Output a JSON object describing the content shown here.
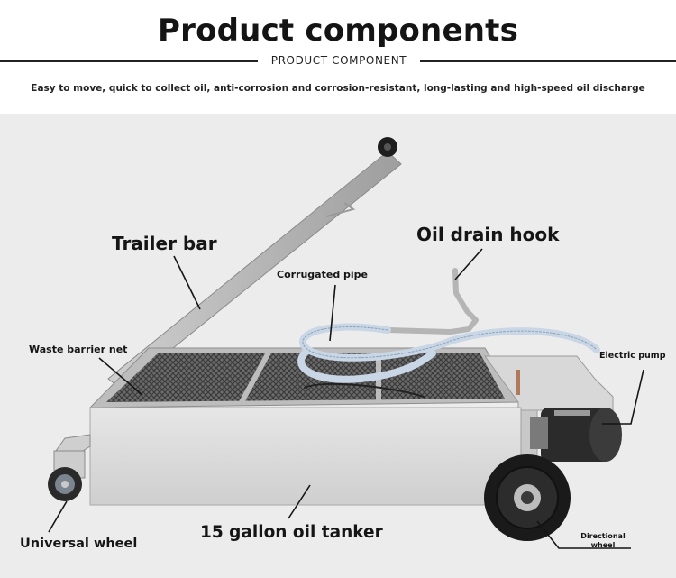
{
  "header": {
    "title": "Product components",
    "subtitle": "PRODUCT COMPONENT",
    "tagline": "Easy to move, quick to collect oil, anti-corrosion and corrosion-resistant, long-lasting and high-speed oil discharge"
  },
  "labels": {
    "trailer_bar": "Trailer bar",
    "oil_drain_hook": "Oil drain hook",
    "corrugated_pipe": "Corrugated pipe",
    "waste_barrier_net": "Waste barrier net",
    "electric_pump": "Electric pump",
    "tanker": "15 gallon oil tanker",
    "universal_wheel": "Universal wheel",
    "directional_wheel": "Directional wheel"
  },
  "colors": {
    "background": "#ececec",
    "tank_body": "#dcdcdc",
    "frame": "#bdbdbd",
    "mesh": "#5a5a5a",
    "wheel": "#1c1c1c",
    "hose": "#c9d6e6",
    "chrome": "#b8b8b8"
  }
}
